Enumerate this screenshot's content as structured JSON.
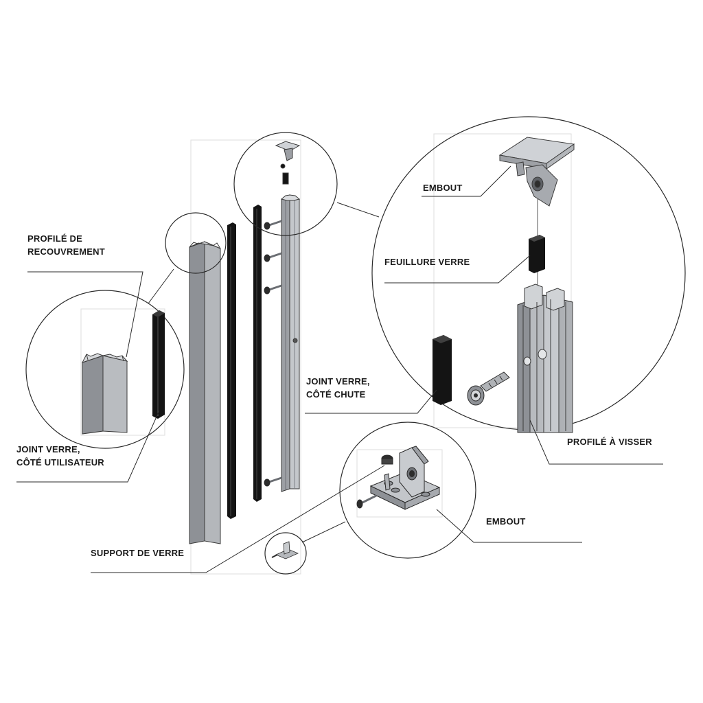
{
  "labels": {
    "profile_cover": {
      "line1": "PROFILÉ DE",
      "line2": "RECOUVREMENT"
    },
    "gasket_user": {
      "line1": "JOINT VERRE,",
      "line2": "CÔTÉ UTILISATEUR"
    },
    "gasket_drop": {
      "line1": "JOINT VERRE,",
      "line2": "CÔTÉ CHUTE"
    },
    "glass_support": "SUPPORT DE VERRE",
    "end_cap_top": "EMBOUT",
    "glass_rebate": "FEUILLURE VERRE",
    "screw_profile": "PROFILÉ À VISSER",
    "end_cap_bottom": "EMBOUT"
  },
  "colors": {
    "ink": "#1a1a1a",
    "line": "#3a3a3a",
    "metal_dark": "#8f9297",
    "metal_mid": "#a9acb1",
    "metal_light": "#cfd2d6",
    "gasket": "#141414",
    "guide": "#dcdcdc"
  }
}
